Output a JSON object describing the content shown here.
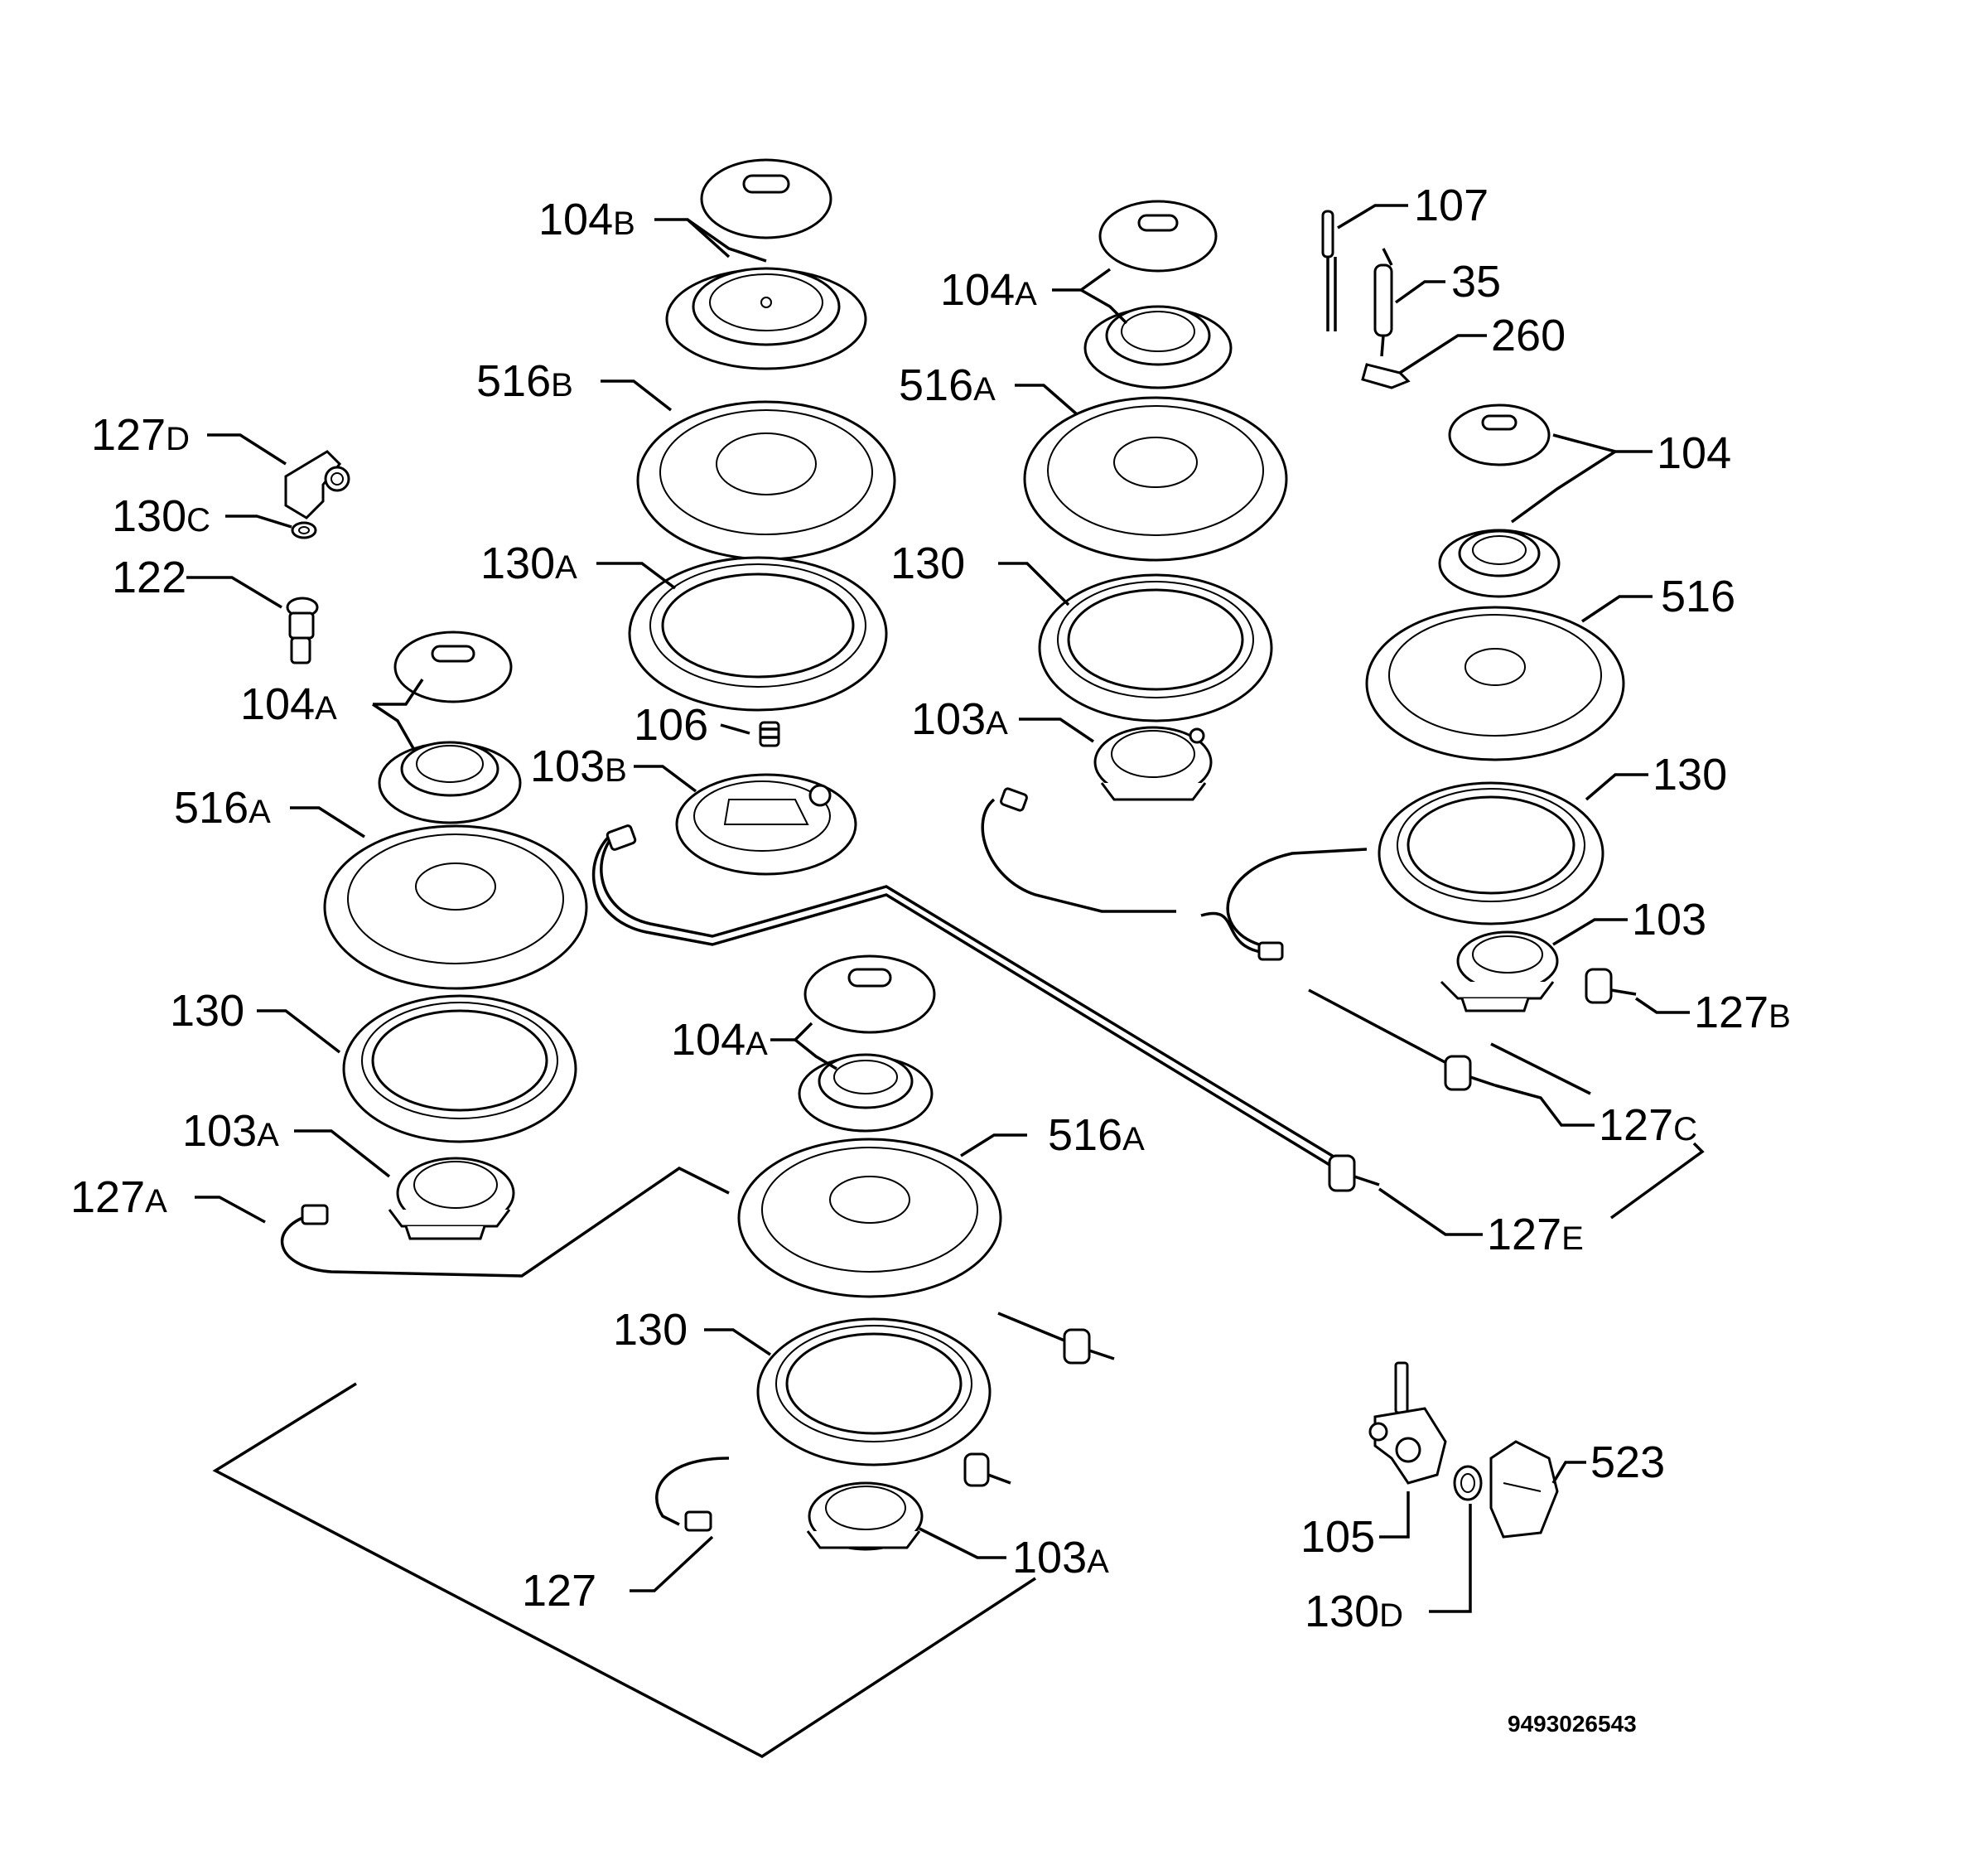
{
  "reference_number": "9493026543",
  "labels": [
    {
      "id": "104B",
      "num": "104",
      "suf": "B"
    },
    {
      "id": "516B",
      "num": "516",
      "suf": "B"
    },
    {
      "id": "130A",
      "num": "130",
      "suf": "A"
    },
    {
      "id": "106",
      "num": "106",
      "suf": ""
    },
    {
      "id": "103B",
      "num": "103",
      "suf": "B"
    },
    {
      "id": "127D",
      "num": "127",
      "suf": "D"
    },
    {
      "id": "130C",
      "num": "130",
      "suf": "C"
    },
    {
      "id": "122",
      "num": "122",
      "suf": ""
    },
    {
      "id": "104A_left",
      "num": "104",
      "suf": "A"
    },
    {
      "id": "516A_left",
      "num": "516",
      "suf": "A"
    },
    {
      "id": "130_left",
      "num": "130",
      "suf": ""
    },
    {
      "id": "103A_left",
      "num": "103",
      "suf": "A"
    },
    {
      "id": "127A",
      "num": "127",
      "suf": "A"
    },
    {
      "id": "104A_front",
      "num": "104",
      "suf": "A"
    },
    {
      "id": "516A_front",
      "num": "516",
      "suf": "A"
    },
    {
      "id": "130_front",
      "num": "130",
      "suf": ""
    },
    {
      "id": "103A_front",
      "num": "103",
      "suf": "A"
    },
    {
      "id": "127",
      "num": "127",
      "suf": ""
    },
    {
      "id": "104A_mid",
      "num": "104",
      "suf": "A"
    },
    {
      "id": "516A_mid",
      "num": "516",
      "suf": "A"
    },
    {
      "id": "130_mid",
      "num": "130",
      "suf": ""
    },
    {
      "id": "103A_mid",
      "num": "103",
      "suf": "A"
    },
    {
      "id": "107",
      "num": "107",
      "suf": ""
    },
    {
      "id": "35",
      "num": "35",
      "suf": ""
    },
    {
      "id": "260",
      "num": "260",
      "suf": ""
    },
    {
      "id": "104",
      "num": "104",
      "suf": ""
    },
    {
      "id": "516",
      "num": "516",
      "suf": ""
    },
    {
      "id": "130_right",
      "num": "130",
      "suf": ""
    },
    {
      "id": "103",
      "num": "103",
      "suf": ""
    },
    {
      "id": "127B",
      "num": "127",
      "suf": "B"
    },
    {
      "id": "127C",
      "num": "127",
      "suf": "C"
    },
    {
      "id": "127E",
      "num": "127",
      "suf": "E"
    },
    {
      "id": "523",
      "num": "523",
      "suf": ""
    },
    {
      "id": "105",
      "num": "105",
      "suf": ""
    },
    {
      "id": "130D",
      "num": "130",
      "suf": "D"
    }
  ]
}
